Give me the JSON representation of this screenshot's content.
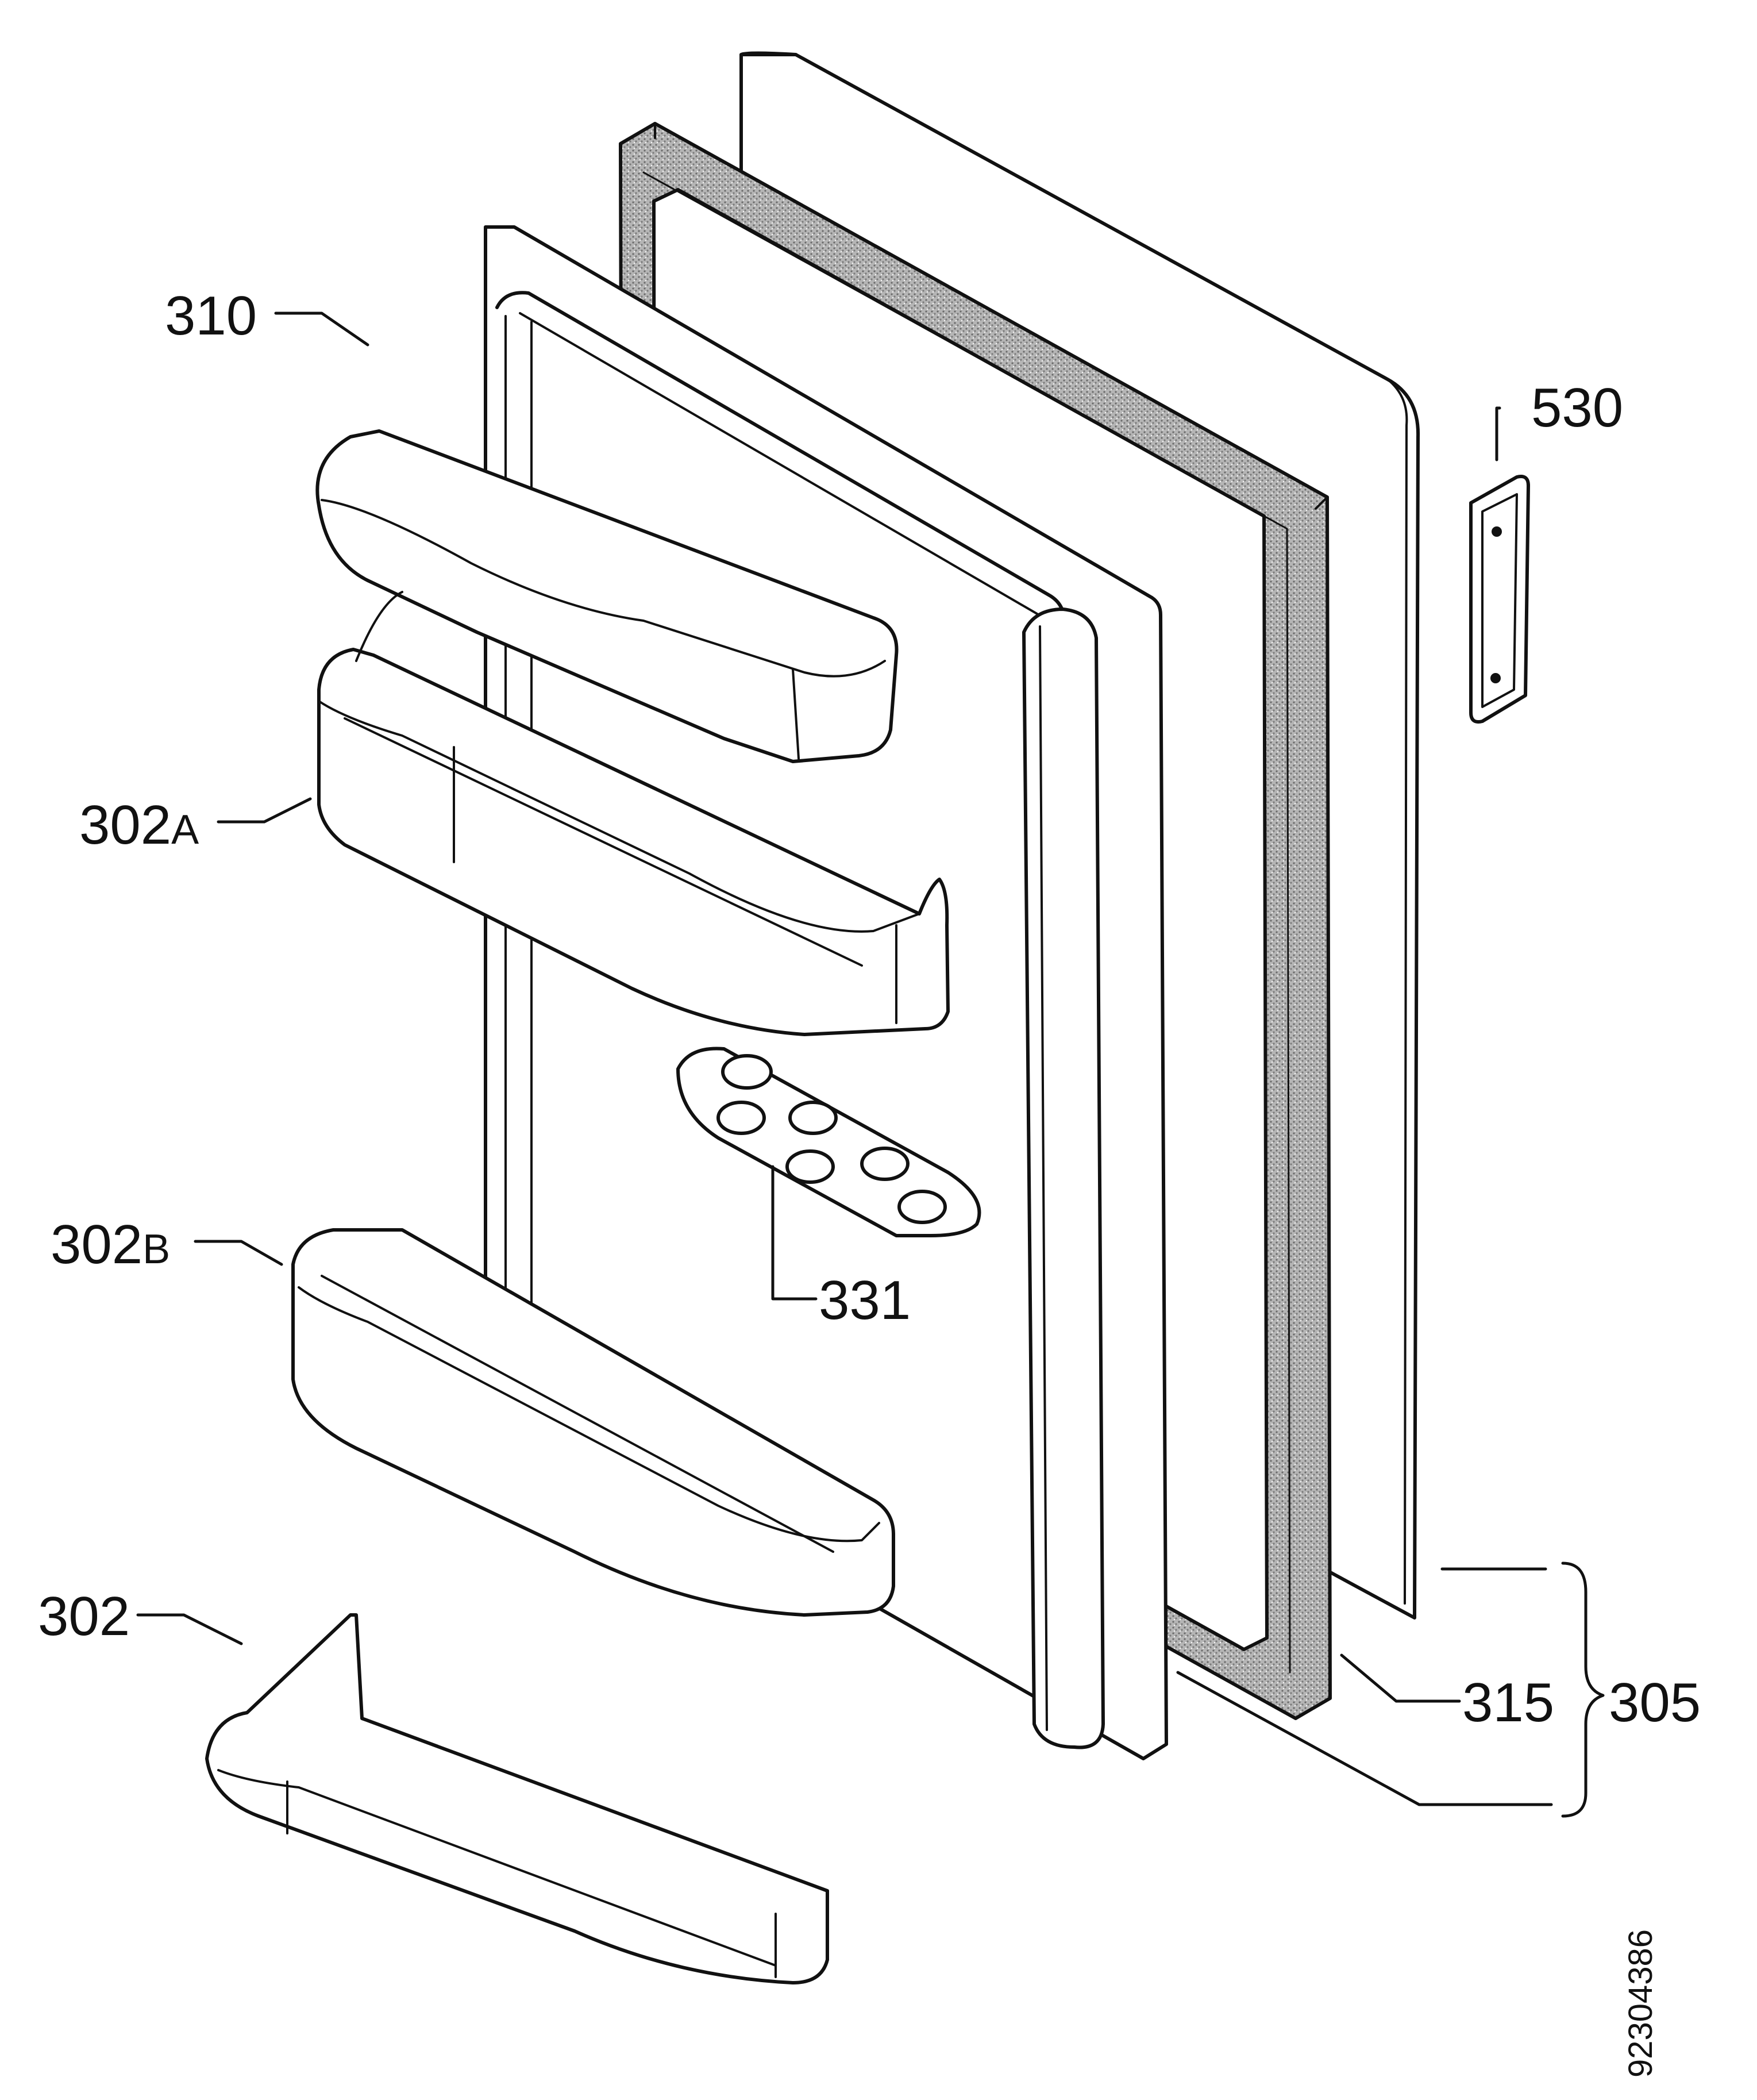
{
  "colors": {
    "ink": "#111111",
    "paper": "#ffffff",
    "gasket": "#8a8a8a"
  },
  "callouts": {
    "shelf_cover": "310",
    "hinge_bracket": "530",
    "upper_balcony": "302",
    "upper_balcony_suffix": "A",
    "middle_balcony": "302",
    "middle_balcony_suffix": "B",
    "egg_tray": "331",
    "bottom_balcony": "302",
    "gasket": "315",
    "door_assembly": "305"
  },
  "drawing_number": "92304386"
}
